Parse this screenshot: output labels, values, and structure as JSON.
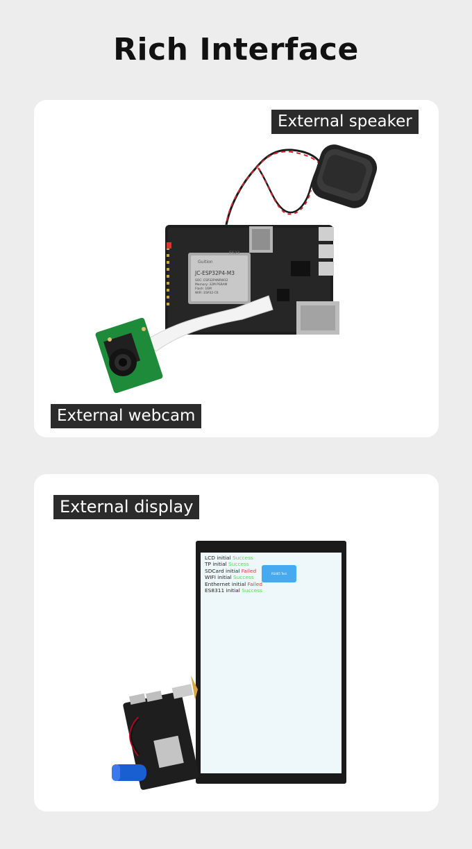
{
  "page": {
    "title": "Rich Interface"
  },
  "card1": {
    "speaker_label": "External speaker",
    "webcam_label": "External webcam",
    "module_brand": "Guition",
    "module_model": "JC-ESP32P4-M3",
    "module_specs": [
      "SOC: ESP32P4NRW32",
      "Memory: 32M PSRAM",
      "Flash: 16M",
      "WIFI: ESP32-C6"
    ],
    "board_code": "ES23"
  },
  "card2": {
    "display_label": "External display",
    "screen_log": [
      {
        "label": "LCD initial",
        "status": "Success",
        "ok": true
      },
      {
        "label": "TP initial",
        "status": "Success",
        "ok": true
      },
      {
        "label": "SDCard initial",
        "status": "Failed",
        "ok": false
      },
      {
        "label": "WIFI initial",
        "status": "Success",
        "ok": true
      },
      {
        "label": "Enthernet initial",
        "status": "Failed",
        "ok": false
      },
      {
        "label": "ES8311 initial",
        "status": "Success",
        "ok": true
      }
    ],
    "screen_button": "RS485 Test"
  },
  "colors": {
    "background": "#ededed",
    "card": "#ffffff",
    "tag": "#2b2b2b",
    "success": "#5bd65b",
    "failed": "#e03a3a",
    "button": "#47a9ef"
  }
}
